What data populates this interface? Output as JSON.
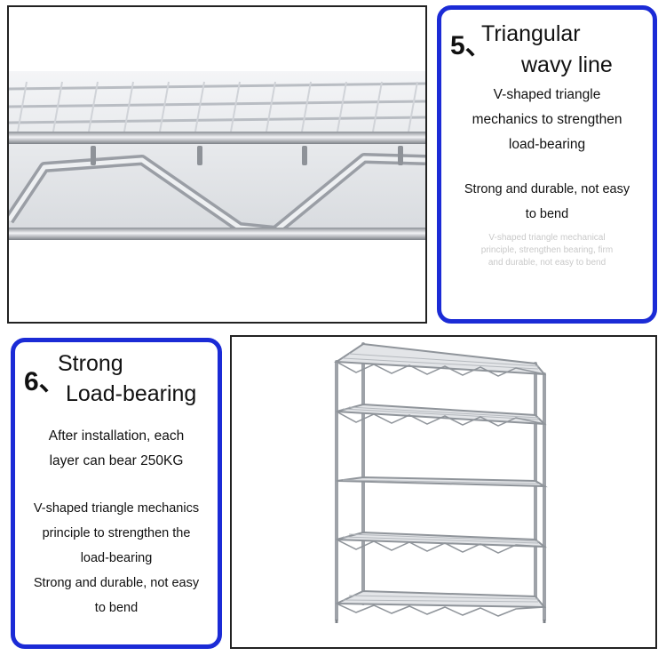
{
  "feature5": {
    "number": "5、",
    "title_line1": "Triangular",
    "title_line2": "wavy line",
    "description_lines": [
      "V-shaped triangle",
      "mechanics to strengthen",
      "load-bearing"
    ],
    "strength_lines": [
      "Strong and durable, not easy",
      "to bend"
    ],
    "faint_lines": [
      "V-shaped triangle mechanical",
      "principle, strengthen bearing, firm",
      "and durable, not easy to bend"
    ]
  },
  "feature6": {
    "number": "6、",
    "title_line1": "Strong",
    "title_line2": "Load-bearing",
    "capacity_lines": [
      "After installation, each",
      "layer can bear 250KG"
    ],
    "description_lines": [
      "V-shaped triangle mechanics",
      "principle to strengthen the",
      "load-bearing",
      "Strong and durable, not easy",
      "to bend"
    ]
  },
  "colors": {
    "card_border": "#1b2bd6",
    "frame_border": "#222222",
    "chrome": "#c8ccd2"
  }
}
